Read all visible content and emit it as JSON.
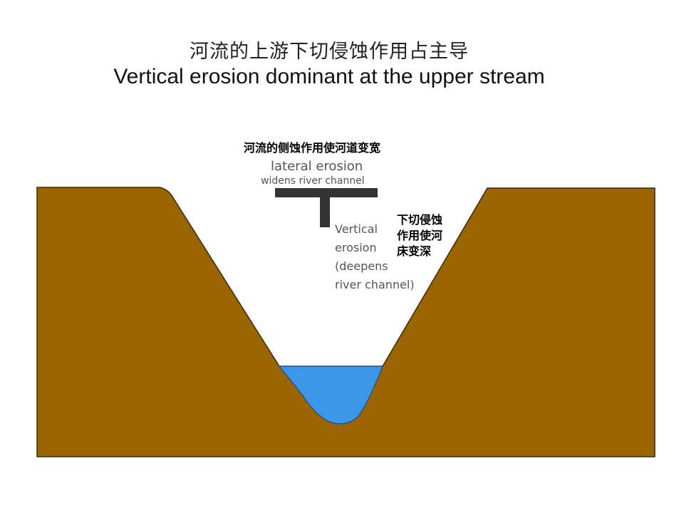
{
  "title": {
    "chinese": "河流的上游下切侵蚀作用占主导",
    "english": "Vertical erosion dominant at the upper stream"
  },
  "lateral": {
    "chinese_label": "河流的侧蚀作用使河道变宽",
    "english_line1": "lateral erosion",
    "english_line2": "widens river channel"
  },
  "vertical": {
    "chinese_lines": [
      "下切侵蚀",
      "作用使河",
      "床变深"
    ],
    "english_lines": [
      "Vertical",
      "erosion",
      "(deepens",
      "river channel)"
    ]
  },
  "colors": {
    "ground": "#9a6400",
    "ground_outline": "#3a2a10",
    "water": "#3d97e8",
    "water_outline": "#1d4f8a",
    "arrow": "#333333"
  }
}
